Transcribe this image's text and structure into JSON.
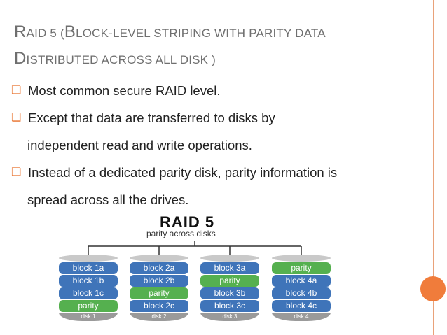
{
  "title": {
    "r": "R",
    "aid5": "AID 5 (",
    "b": "B",
    "lock_level": "LOCK-LEVEL STRIPING WITH PARITY DATA",
    "d": "D",
    "istributed": "ISTRIBUTED ACROSS ALL DISK )"
  },
  "bullets": [
    {
      "line1": "Most common secure RAID level.",
      "line2": ""
    },
    {
      "line1": "Except that data are transferred to disks by",
      "line2": "independent read and write operations."
    },
    {
      "line1": "Instead of a dedicated parity disk, parity information is",
      "line2": "spread across all the drives."
    }
  ],
  "diagram": {
    "title": "RAID 5",
    "subtitle": "parity across disks",
    "disks": [
      {
        "label": "disk 1",
        "cells": [
          {
            "t": "block 1a",
            "k": "block"
          },
          {
            "t": "block 1b",
            "k": "block"
          },
          {
            "t": "block 1c",
            "k": "block"
          },
          {
            "t": "parity",
            "k": "parity"
          }
        ]
      },
      {
        "label": "disk 2",
        "cells": [
          {
            "t": "block 2a",
            "k": "block"
          },
          {
            "t": "block 2b",
            "k": "block"
          },
          {
            "t": "parity",
            "k": "parity"
          },
          {
            "t": "block 2c",
            "k": "block"
          }
        ]
      },
      {
        "label": "disk 3",
        "cells": [
          {
            "t": "block 3a",
            "k": "block"
          },
          {
            "t": "parity",
            "k": "parity"
          },
          {
            "t": "block 3b",
            "k": "block"
          },
          {
            "t": "block 3c",
            "k": "block"
          }
        ]
      },
      {
        "label": "disk 4",
        "cells": [
          {
            "t": "parity",
            "k": "parity"
          },
          {
            "t": "block 4a",
            "k": "block"
          },
          {
            "t": "block 4b",
            "k": "block"
          },
          {
            "t": "block 4c",
            "k": "block"
          }
        ]
      }
    ]
  },
  "colors": {
    "accent": "#e8702a",
    "block": "#3f74b9",
    "parity": "#55b04f"
  },
  "icons": {
    "bullet": "bullet-icon"
  }
}
